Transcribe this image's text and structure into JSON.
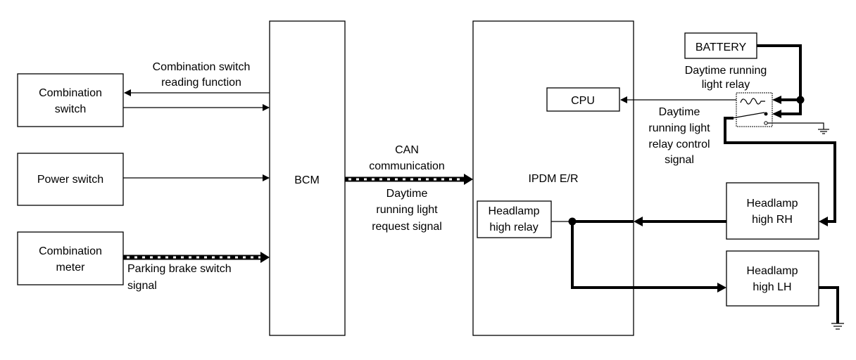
{
  "blocks": {
    "combination_switch": [
      "Combination",
      "switch"
    ],
    "power_switch": "Power switch",
    "combination_meter": [
      "Combination",
      "meter"
    ],
    "bcm": "BCM",
    "ipdm": "IPDM E/R",
    "cpu": "CPU",
    "headlamp_high_relay": [
      "Headlamp",
      "high relay"
    ],
    "battery": "BATTERY",
    "headlamp_high_rh": [
      "Headlamp",
      "high RH"
    ],
    "headlamp_high_lh": [
      "Headlamp",
      "high LH"
    ]
  },
  "labels": {
    "comb_switch_reading": [
      "Combination switch",
      "reading function"
    ],
    "parking_brake": [
      "Parking brake switch",
      "signal"
    ],
    "can": [
      "CAN",
      "communication"
    ],
    "drl_request": [
      "Daytime",
      "running light",
      "request signal"
    ],
    "drl_relay": [
      "Daytime running",
      "light relay"
    ],
    "drl_relay_control": [
      "Daytime",
      "running light",
      "relay control",
      "signal"
    ]
  }
}
